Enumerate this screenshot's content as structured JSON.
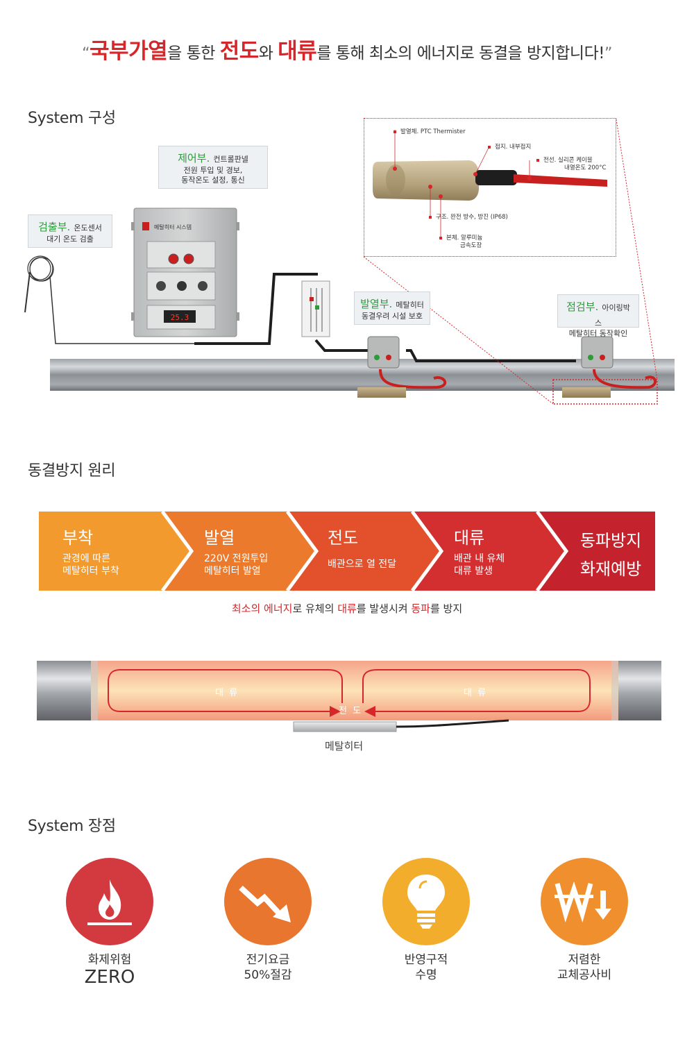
{
  "headline": {
    "open_quote": "“",
    "part1": "국부가열",
    "part2": "을 통한 ",
    "part3": "전도",
    "part4": "와 ",
    "part5": "대류",
    "part6": "를 통해 최소의 에너지로 동결을 방지합니다!",
    "close_quote": "”"
  },
  "system": {
    "title": "System 구성",
    "callouts": {
      "control": {
        "head": "제어부.",
        "name": "컨트롤판넬",
        "desc1": "전원 투입 및 경보,",
        "desc2": "동작온도 설정, 통신"
      },
      "sensor": {
        "head": "검출부.",
        "name": "온도센서",
        "desc1": "대기 온도 검출"
      },
      "heater": {
        "head": "발열부.",
        "name": "메탈히터",
        "desc1": "동결우려 시설 보호"
      },
      "check": {
        "head": "점검부.",
        "name": "아이링박스",
        "desc1": "메탈히터 동작확인"
      }
    },
    "panel_label": "메탈히터 시스템",
    "panel_display": "25.3",
    "detail": {
      "l1_name": "발열체.",
      "l1_desc": "PTC Thermister",
      "l2_name": "접지.",
      "l2_desc": "내부접지",
      "l3_name": "전선.",
      "l3_desc": "실리콘 케이블",
      "l3_desc2": "내열온도 200°C",
      "l4_name": "구조.",
      "l4_desc": "완전 방수, 방진 (IP68)",
      "l5_name": "본체.",
      "l5_desc": "알루미늄",
      "l5_desc2": "금속도장"
    }
  },
  "principle": {
    "title": "동결방지 원리",
    "steps": [
      {
        "title": "부착",
        "desc1": "관경에 따른",
        "desc2": "메탈히터 부착",
        "color": "#f39a2e"
      },
      {
        "title": "발열",
        "desc1": "220V 전원투입",
        "desc2": "메탈히터 발열",
        "color": "#ec7a2c"
      },
      {
        "title": "전도",
        "desc1": "배관으로 열 전달",
        "desc2": "",
        "color": "#e2502c"
      },
      {
        "title": "대류",
        "desc1": "배관 내 유체",
        "desc2": "대류 발생",
        "color": "#d42f30"
      },
      {
        "title1": "동파방지",
        "title2": "화재예방",
        "color": "#c4232e"
      }
    ],
    "caption": {
      "a": "최소의 에너지",
      "b": "로 유체의 ",
      "c": "대류",
      "d": "를 발생시켜 ",
      "e": "동파",
      "f": "를 방지"
    },
    "pipe": {
      "left_label": "대 류",
      "right_label": "대 류",
      "center_label": "전 도",
      "heater_label": "메탈히터"
    }
  },
  "advantages": {
    "title": "System 장점",
    "items": [
      {
        "icon": "flame-icon",
        "line1": "화제위험",
        "line2": "ZERO",
        "color": "#d33a3f"
      },
      {
        "icon": "down-trend-arrow-icon",
        "line1": "전기요금",
        "line2": "50%절감",
        "color": "#e8762e"
      },
      {
        "icon": "light-bulb-icon",
        "line1": "반영구적",
        "line2": "수명",
        "color": "#f1ad2b"
      },
      {
        "icon": "won-down-icon",
        "line1": "저렴한",
        "line2": "교체공사비",
        "color": "#ef8f2e"
      }
    ]
  }
}
